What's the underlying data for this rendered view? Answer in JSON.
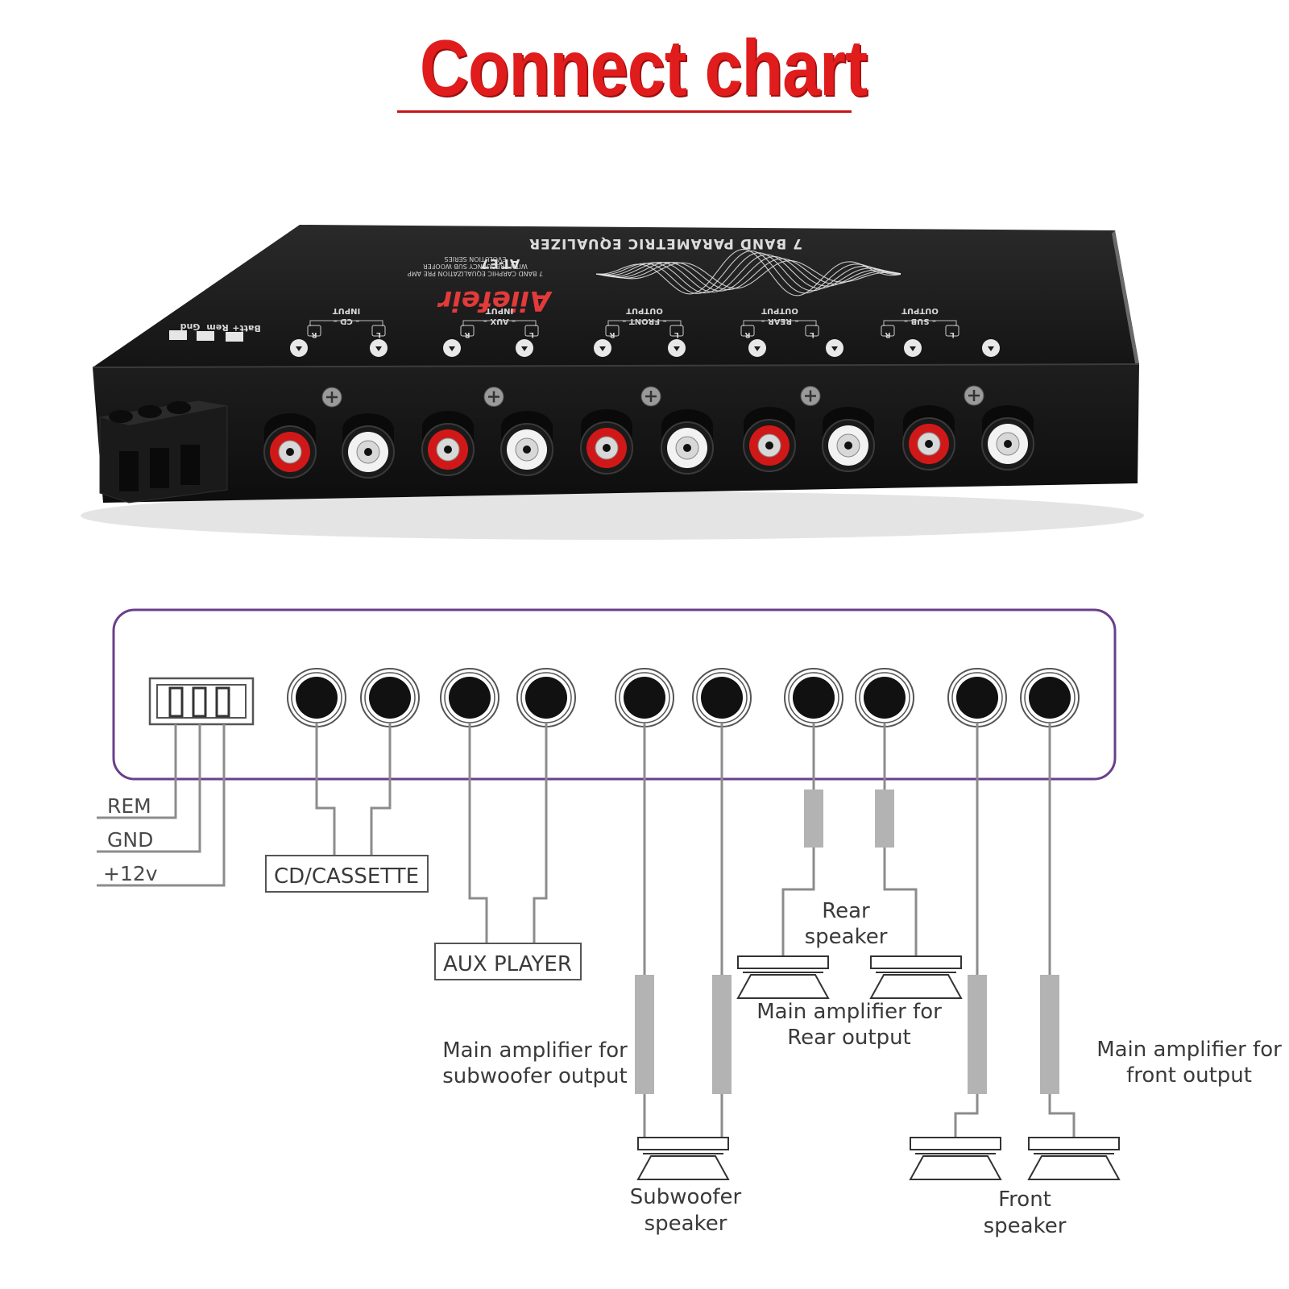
{
  "title": "Connect chart",
  "device": {
    "brand": "Aiiefeir",
    "model": "AT-E7",
    "product_line": "7 BAND PARAMETRIC EQUALIZER",
    "subtitle_lines": [
      "7 BAND CARPHIC EQUALIZATION PRE AMP",
      "WITH FREQUENCY SUB WOOFER",
      "EVOLUTION SERIES"
    ],
    "power_labels": [
      "Gnd",
      "Rem",
      "Batt+"
    ],
    "port_groups": [
      {
        "name": "CD",
        "kind": "INPUT"
      },
      {
        "name": "AUX",
        "kind": "INPUT"
      },
      {
        "name": "FRONT",
        "kind": "OUTPUT"
      },
      {
        "name": "REAR",
        "kind": "OUTPUT"
      },
      {
        "name": "SUB",
        "kind": "OUTPUT"
      }
    ],
    "channel_marks": [
      "R",
      "L"
    ]
  },
  "wiring": {
    "power": [
      "REM",
      "GND",
      "+12v"
    ],
    "cd_box": "CD/CASSETTE",
    "aux_box": "AUX PLAYER",
    "sub_amp_label": [
      "Main amplifier for",
      "subwoofer output"
    ],
    "sub_speaker_label": [
      "Subwoofer",
      "speaker"
    ],
    "rear_speaker_label": [
      "Rear",
      "speaker"
    ],
    "rear_amp_label": [
      "Main amplifier for",
      "Rear output"
    ],
    "front_amp_label": [
      "Main amplifier for",
      "front output"
    ],
    "front_speaker_label": [
      "Front",
      "speaker"
    ]
  },
  "colors": {
    "title": "#e01c1c",
    "panel_border": "#6a3f8c",
    "device_body": "#1c1c1c",
    "rca_red": "#d11818",
    "rca_white": "#f2f2f2",
    "wire": "#8c8c8c",
    "amp_bar": "#b3b3b3"
  }
}
